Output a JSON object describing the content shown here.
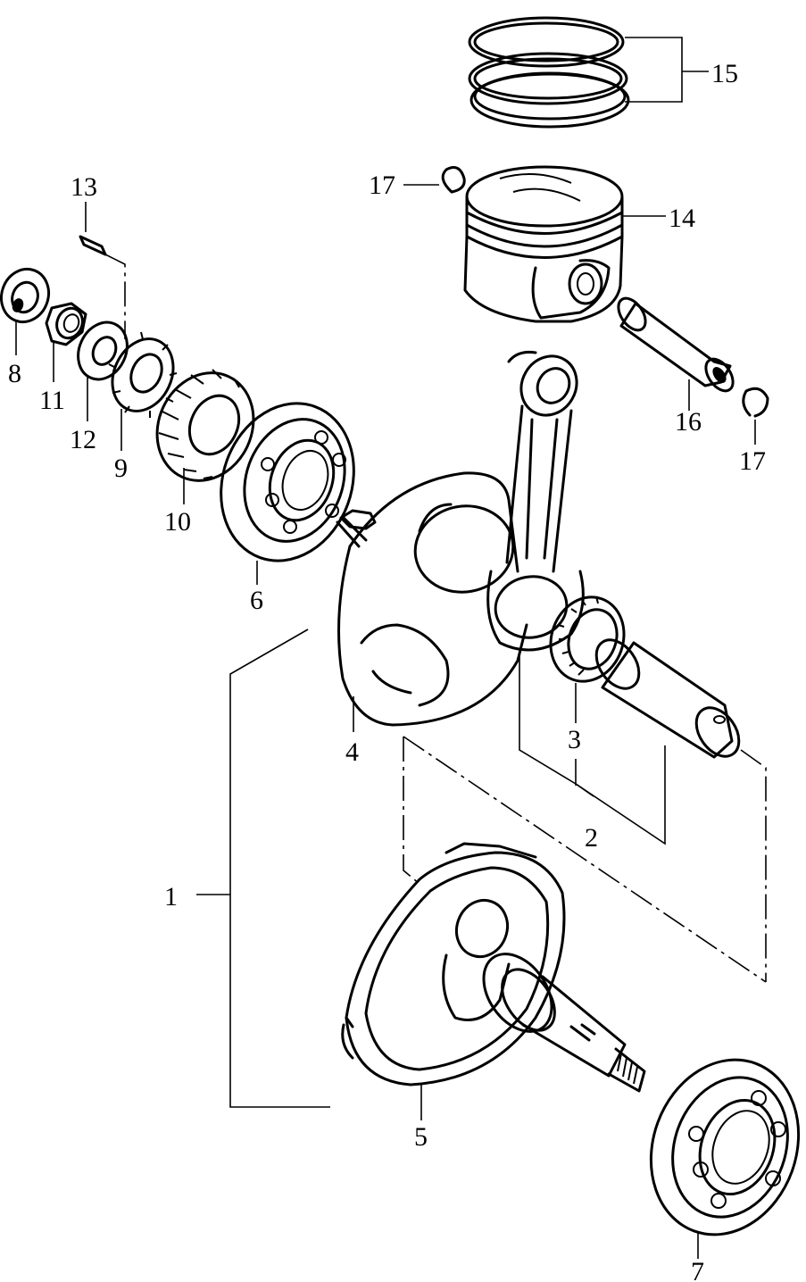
{
  "callouts": {
    "c1": "1",
    "c2": "2",
    "c3": "3",
    "c4": "4",
    "c5": "5",
    "c6": "6",
    "c7": "7",
    "c8": "8",
    "c9": "9",
    "c10": "10",
    "c11": "11",
    "c12": "12",
    "c13": "13",
    "c14": "14",
    "c15": "15",
    "c16": "16",
    "c17a": "17",
    "c17b": "17"
  }
}
